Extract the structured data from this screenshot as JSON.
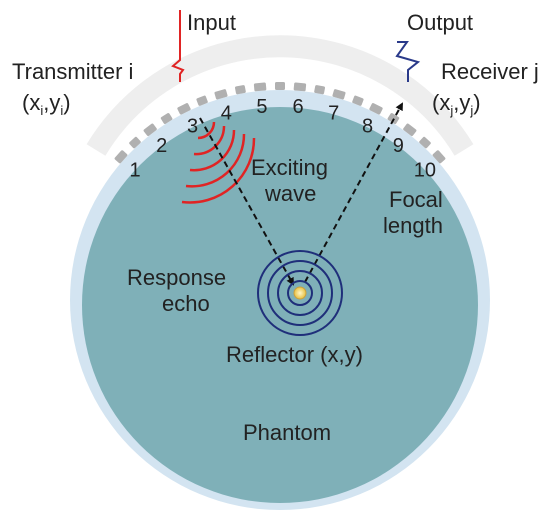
{
  "labels": {
    "input": "Input",
    "output": "Output",
    "transmitter": "Transmitter i",
    "receiver": "Receiver j",
    "tx_coord": {
      "open": "(x",
      "sub1": "i",
      "mid": ",y",
      "sub2": "i",
      "close": ")"
    },
    "rx_coord": {
      "open": "(x",
      "sub1": "j",
      "mid": ",y",
      "sub2": "j",
      "close": ")"
    },
    "exciting_line1": "Exciting",
    "exciting_line2": "wave",
    "focal_line1": "Focal",
    "focal_line2": "length",
    "response_line1": "Response",
    "response_line2": "echo",
    "reflector": "Reflector (x,y)",
    "phantom": "Phantom"
  },
  "element_numbers": [
    "1",
    "2",
    "3",
    "4",
    "5",
    "6",
    "7",
    "8",
    "9",
    "10"
  ],
  "colors": {
    "phantom_fill": "#7fb0b8",
    "rim": "#d3e4f1",
    "outer_ring": "#eeeeee",
    "transducer": "#b0b0b0",
    "exciting_wave": "#e02424",
    "echo_rings": "#1f2f7a",
    "input_signal": "#e02424",
    "output_signal": "#2a3a8a",
    "reflector_core": "#f2d35c",
    "arrows": "#111111"
  }
}
